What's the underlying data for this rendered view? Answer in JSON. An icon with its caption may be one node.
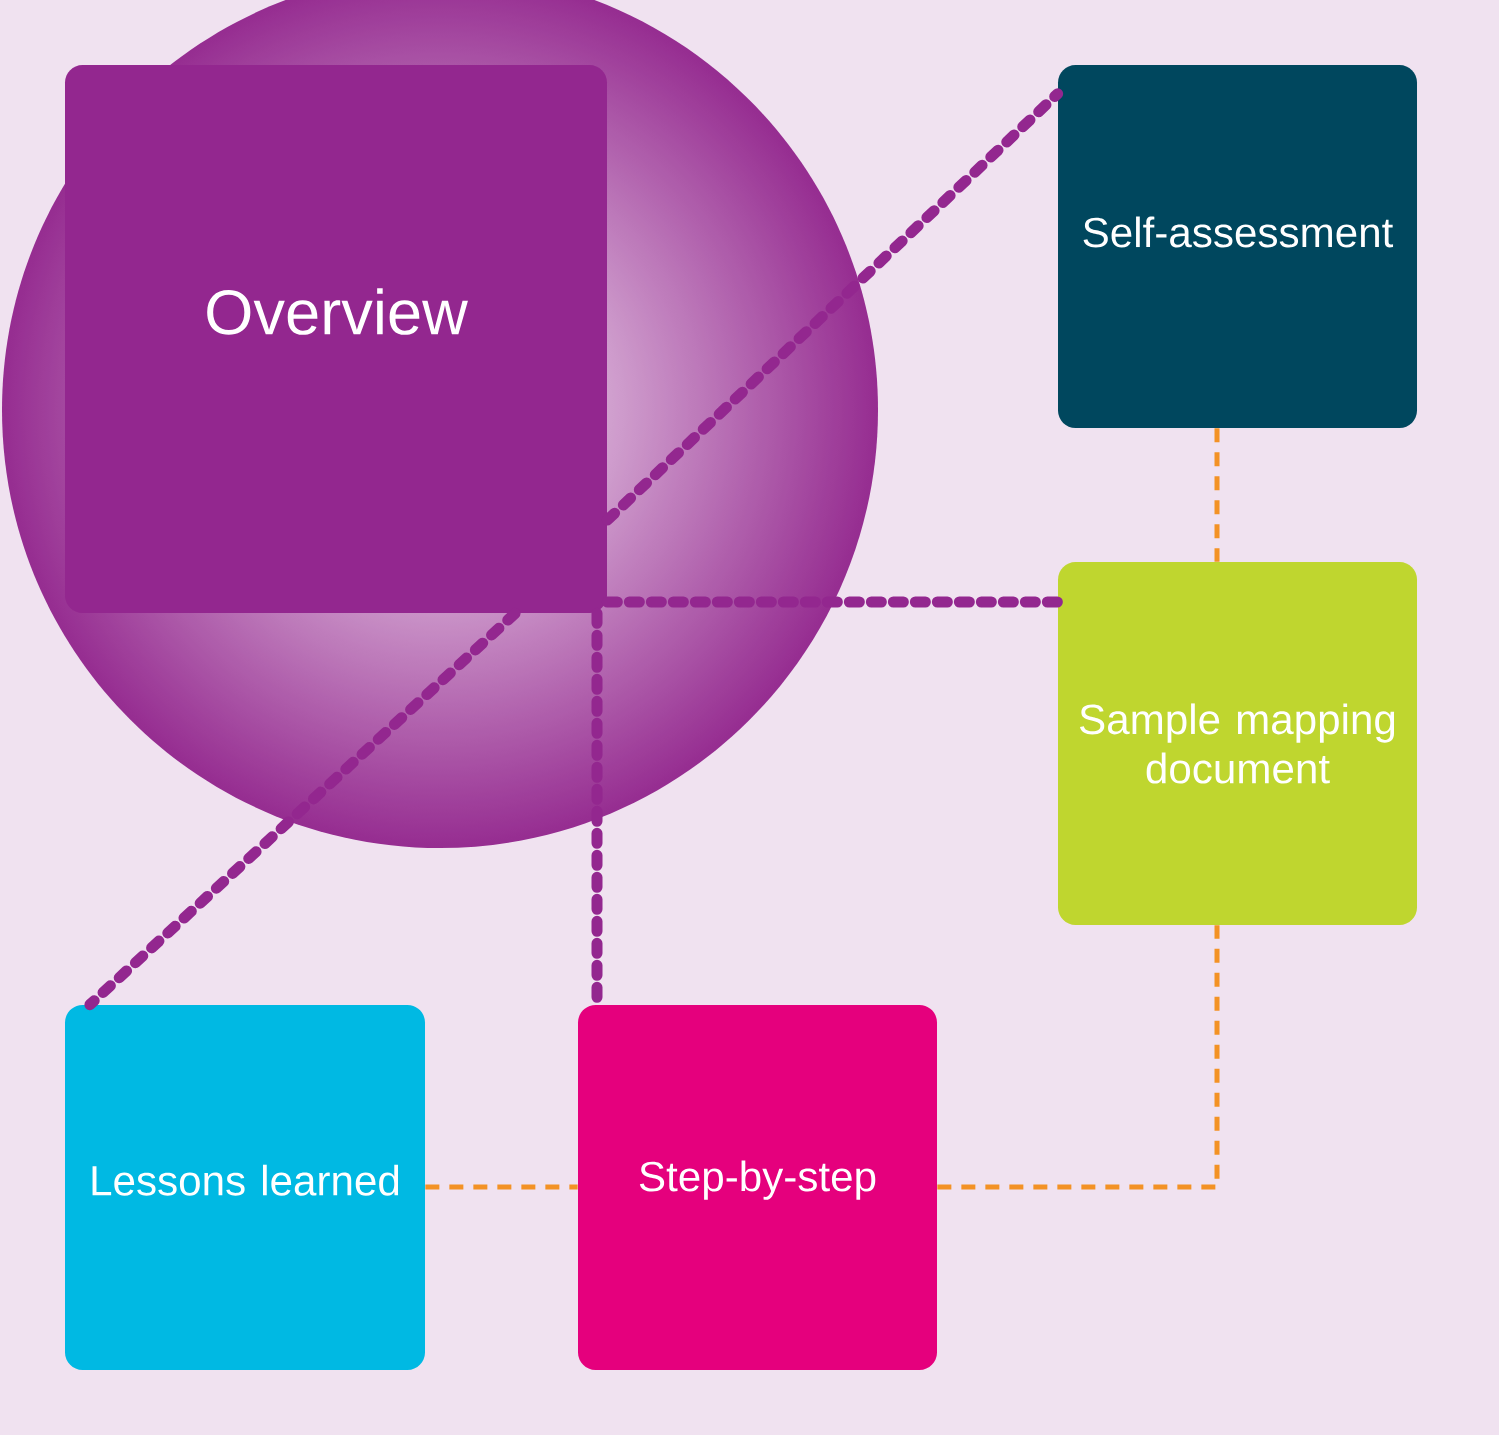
{
  "diagram": {
    "nodes": [
      {
        "text": [
          "Overview"
        ]
      },
      {
        "text": [
          "Self-assessment"
        ]
      },
      {
        "text": [
          "Sample mapping document"
        ]
      },
      {
        "text": [
          "Lessons learned"
        ]
      },
      {
        "text": [
          "Step-by-step"
        ]
      }
    ],
    "edges": [
      {
        "from": 0,
        "to": 1,
        "arrow": "none",
        "style": "dashed"
      },
      {
        "from": 0,
        "to": 3,
        "arrow": "none",
        "style": "dashed"
      },
      {
        "from": 0,
        "to": 2,
        "arrow": "none",
        "style": "dashed"
      },
      {
        "from": 0,
        "to": 4,
        "arrow": "none",
        "style": "dashed"
      },
      {
        "from": 1,
        "to": 2,
        "arrow": "none",
        "style": "dashed",
        "color": "#f39225"
      },
      {
        "from": 3,
        "to": 4,
        "arrow": "none",
        "style": "dashed",
        "color": "#f39225"
      },
      {
        "from": 4,
        "to": 2,
        "arrow": "none",
        "style": "dashed",
        "color": "#f39225"
      }
    ]
  }
}
